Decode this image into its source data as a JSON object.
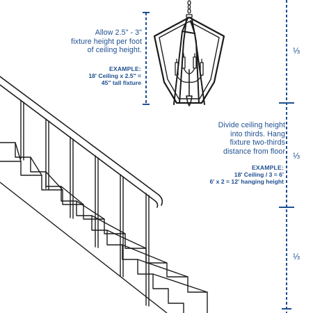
{
  "fixture_note": {
    "lines": [
      "Allow 2.5\" - 3\"",
      "fixture height per foot",
      "of ceiling height."
    ],
    "example_heading": "EXAMPLE:",
    "example_lines": [
      "18' Ceiling x 2.5\" =",
      "45\" tall fixture"
    ]
  },
  "hanging_note": {
    "lines": [
      "Divide ceiling height",
      "into thirds. Hang",
      "fixture two-thirds",
      "distance from floor"
    ],
    "example_heading": "EXAMPLE:",
    "example_lines": [
      "18' Ceiling / 3 = 6'",
      "6' x 2 = 12' hanging height"
    ]
  },
  "thirds": {
    "labels": [
      "⅓",
      "⅓",
      "⅓"
    ]
  },
  "colors": {
    "accent": "#1e4f8f",
    "line": "#1b1b1b",
    "background": "#ffffff"
  },
  "icons": [
    "pendant-lantern-icon",
    "staircase-illustration",
    "ceiling-height-dimension",
    "fixture-height-dimension"
  ]
}
